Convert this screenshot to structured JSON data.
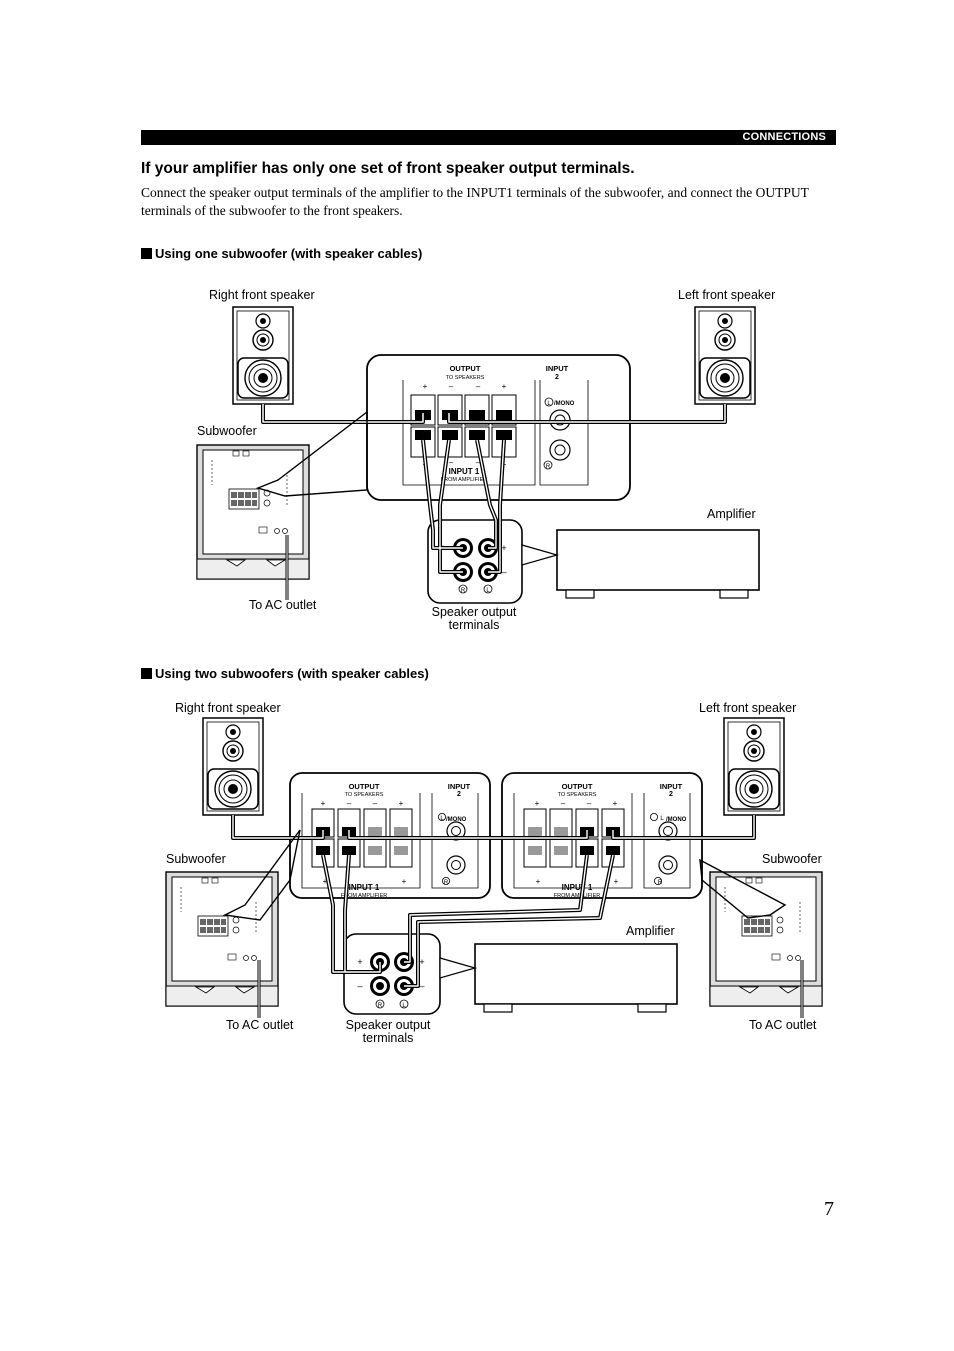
{
  "header": {
    "section_label": "CONNECTIONS"
  },
  "heading": "If your amplifier has only one set of front speaker output terminals.",
  "body_text": "Connect the speaker output terminals of the amplifier to the INPUT1 terminals of the subwoofer, and connect the OUTPUT terminals of the subwoofer to the front speakers.",
  "section1": {
    "title": "Using one subwoofer (with speaker cables)",
    "labels": {
      "right_front_speaker": "Right front speaker",
      "left_front_speaker": "Left front speaker",
      "subwoofer": "Subwoofer",
      "amplifier": "Amplifier",
      "to_ac_outlet": "To AC outlet",
      "speaker_output_terminals_1": "Speaker output",
      "speaker_output_terminals_2": "terminals"
    }
  },
  "section2": {
    "title": "Using two subwoofers (with speaker cables)",
    "labels": {
      "right_front_speaker": "Right front speaker",
      "left_front_speaker": "Left front speaker",
      "subwoofer_left": "Subwoofer",
      "subwoofer_right": "Subwoofer",
      "amplifier": "Amplifier",
      "to_ac_outlet_left": "To AC outlet",
      "to_ac_outlet_right": "To AC outlet",
      "speaker_output_terminals_1": "Speaker output",
      "speaker_output_terminals_2": "terminals"
    }
  },
  "panel": {
    "output": "OUTPUT",
    "to_speakers": "TO SPEAKERS",
    "input2": "INPUT",
    "input2_num": "2",
    "l_mono": "/MONO",
    "l": "L",
    "r": "R",
    "input1": "INPUT 1",
    "from_amplifier": "FROM AMPLIFIER",
    "plus": "+",
    "minus": "–"
  },
  "page_number": "7",
  "icons": [
    "speaker-icon",
    "subwoofer-icon",
    "amplifier-icon",
    "terminal-panel-icon",
    "binding-post-icon"
  ]
}
